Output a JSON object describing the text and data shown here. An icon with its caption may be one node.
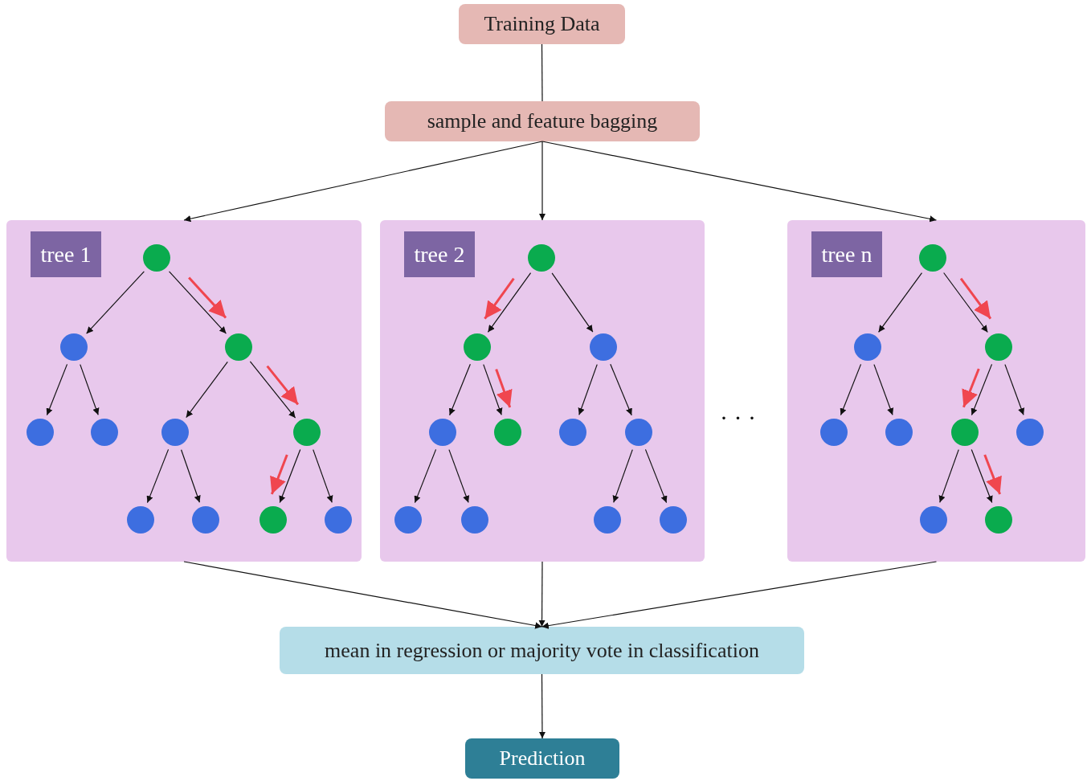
{
  "diagram": {
    "nodes": [
      {
        "text": [
          "Training Data"
        ]
      },
      {
        "text": [
          "sample and feature bagging"
        ]
      },
      {
        "text": [
          "tree 1"
        ]
      },
      {
        "text": [],
        "shape": "circle",
        "in": 2
      },
      {
        "text": [],
        "shape": "circle",
        "in": 2
      },
      {
        "text": [],
        "shape": "circle",
        "in": 2
      },
      {
        "text": [],
        "shape": "circle",
        "in": 2
      },
      {
        "text": [],
        "shape": "circle",
        "in": 2
      },
      {
        "text": [],
        "shape": "circle",
        "in": 2
      },
      {
        "text": [],
        "shape": "circle",
        "in": 2
      },
      {
        "text": [],
        "shape": "circle",
        "in": 2
      },
      {
        "text": [],
        "shape": "circle",
        "in": 2
      },
      {
        "text": [],
        "shape": "circle",
        "in": 2
      },
      {
        "text": [],
        "shape": "circle",
        "in": 2
      },
      {
        "text": [
          "tree 2"
        ]
      },
      {
        "text": [],
        "shape": "circle",
        "in": 14
      },
      {
        "text": [],
        "shape": "circle",
        "in": 14
      },
      {
        "text": [],
        "shape": "circle",
        "in": 14
      },
      {
        "text": [],
        "shape": "circle",
        "in": 14
      },
      {
        "text": [],
        "shape": "circle",
        "in": 14
      },
      {
        "text": [],
        "shape": "circle",
        "in": 14
      },
      {
        "text": [],
        "shape": "circle",
        "in": 14
      },
      {
        "text": [],
        "shape": "circle",
        "in": 14
      },
      {
        "text": [],
        "shape": "circle",
        "in": 14
      },
      {
        "text": [],
        "shape": "circle",
        "in": 14
      },
      {
        "text": [],
        "shape": "circle",
        "in": 14
      },
      {
        "text": [
          "tree n"
        ]
      },
      {
        "text": [],
        "shape": "circle",
        "in": 26
      },
      {
        "text": [],
        "shape": "circle",
        "in": 26
      },
      {
        "text": [],
        "shape": "circle",
        "in": 26
      },
      {
        "text": [],
        "shape": "circle",
        "in": 26
      },
      {
        "text": [],
        "shape": "circle",
        "in": 26
      },
      {
        "text": [],
        "shape": "circle",
        "in": 26
      },
      {
        "text": [],
        "shape": "circle",
        "in": 26
      },
      {
        "text": [],
        "shape": "circle",
        "in": 26
      },
      {
        "text": [],
        "shape": "circle",
        "in": 26
      },
      {
        "text": [
          "mean in regression or majority vote in classification"
        ]
      },
      {
        "text": [
          "Prediction"
        ]
      }
    ],
    "edges": [
      {
        "from": 0,
        "to": 1,
        "arrow": "none"
      },
      {
        "from": 1,
        "to": 2,
        "arrow": "to"
      },
      {
        "from": 1,
        "to": 14,
        "arrow": "to"
      },
      {
        "from": 1,
        "to": 26,
        "arrow": "to"
      },
      {
        "from": 3,
        "to": 4,
        "arrow": "to"
      },
      {
        "from": 3,
        "to": 5,
        "arrow": "to"
      },
      {
        "from": 4,
        "to": 6,
        "arrow": "to"
      },
      {
        "from": 4,
        "to": 7,
        "arrow": "to"
      },
      {
        "from": 5,
        "to": 8,
        "arrow": "to"
      },
      {
        "from": 5,
        "to": 9,
        "arrow": "to"
      },
      {
        "from": 8,
        "to": 10,
        "arrow": "to"
      },
      {
        "from": 8,
        "to": 11,
        "arrow": "to"
      },
      {
        "from": 9,
        "to": 12,
        "arrow": "to"
      },
      {
        "from": 9,
        "to": 13,
        "arrow": "to"
      },
      {
        "from": 15,
        "to": 16,
        "arrow": "to"
      },
      {
        "from": 15,
        "to": 17,
        "arrow": "to"
      },
      {
        "from": 16,
        "to": 18,
        "arrow": "to"
      },
      {
        "from": 16,
        "to": 19,
        "arrow": "to"
      },
      {
        "from": 17,
        "to": 20,
        "arrow": "to"
      },
      {
        "from": 17,
        "to": 21,
        "arrow": "to"
      },
      {
        "from": 18,
        "to": 22,
        "arrow": "to"
      },
      {
        "from": 18,
        "to": 23,
        "arrow": "to"
      },
      {
        "from": 21,
        "to": 24,
        "arrow": "to"
      },
      {
        "from": 21,
        "to": 25,
        "arrow": "to"
      },
      {
        "from": 27,
        "to": 28,
        "arrow": "to"
      },
      {
        "from": 27,
        "to": 29,
        "arrow": "to"
      },
      {
        "from": 28,
        "to": 30,
        "arrow": "to"
      },
      {
        "from": 28,
        "to": 31,
        "arrow": "to"
      },
      {
        "from": 29,
        "to": 32,
        "arrow": "to"
      },
      {
        "from": 29,
        "to": 33,
        "arrow": "to"
      },
      {
        "from": 32,
        "to": 34,
        "arrow": "to"
      },
      {
        "from": 32,
        "to": 35,
        "arrow": "to"
      },
      {
        "from": 2,
        "to": 36,
        "arrow": "to"
      },
      {
        "from": 14,
        "to": 36,
        "arrow": "to"
      },
      {
        "from": 26,
        "to": 36,
        "arrow": "to"
      },
      {
        "from": 36,
        "to": 37,
        "arrow": "to"
      }
    ],
    "labels": [
      "· · ·"
    ]
  }
}
